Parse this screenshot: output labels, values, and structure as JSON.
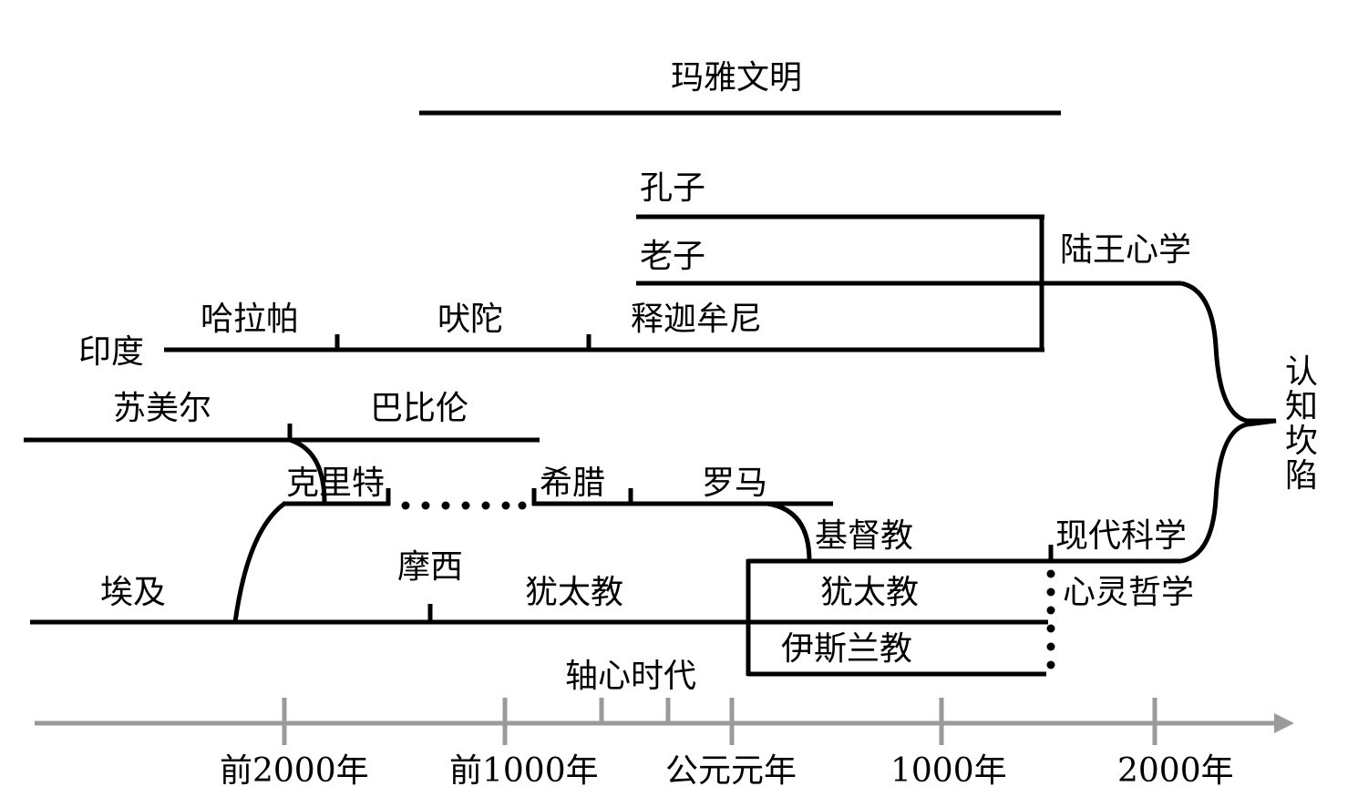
{
  "colors": {
    "line": "#000000",
    "axis": "#9a9a9a",
    "background": "#ffffff"
  },
  "labels": {
    "maya": "玛雅文明",
    "kongzi": "孔子",
    "laozi": "老子",
    "luwang": "陆王心学",
    "harappa": "哈拉帕",
    "veda": "吠陀",
    "shakyamuni": "释迦牟尼",
    "india": "印度",
    "sumer": "苏美尔",
    "babylon": "巴比伦",
    "crete": "克里特",
    "greece": "希腊",
    "rome": "罗马",
    "christianity": "基督教",
    "modern_science": "现代科学",
    "moses": "摩西",
    "egypt": "埃及",
    "judaism_1": "犹太教",
    "judaism_2": "犹太教",
    "philosophy_of_mind": "心灵哲学",
    "islam": "伊斯兰教",
    "axial_age": "轴心时代",
    "cognitive_trap": [
      "认",
      "知",
      "坎",
      "陷"
    ]
  },
  "axis": {
    "ticks": [
      "前2000年",
      "前1000年",
      "公元元年",
      "1000年",
      "2000年"
    ]
  }
}
